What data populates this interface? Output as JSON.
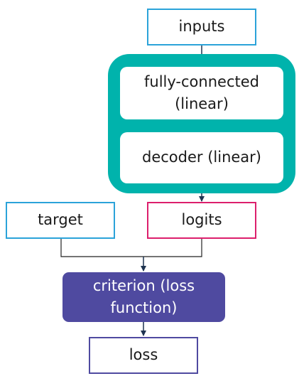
{
  "nodes": {
    "inputs": {
      "label": "inputs"
    },
    "fully_connected": {
      "label": "fully-connected (linear)"
    },
    "decoder": {
      "label": "decoder (linear)"
    },
    "target": {
      "label": "target"
    },
    "logits": {
      "label": "logits"
    },
    "criterion": {
      "label": "criterion (loss function)"
    },
    "loss": {
      "label": "loss"
    }
  },
  "colors": {
    "input_border": "#2ba3d9",
    "model_group": "#00b3ac",
    "logits_border": "#dc1f6c",
    "criterion_fill": "#4f4aa0",
    "loss_border": "#4f4aa0",
    "connector": "#222222",
    "arrow": "#1e3350"
  }
}
